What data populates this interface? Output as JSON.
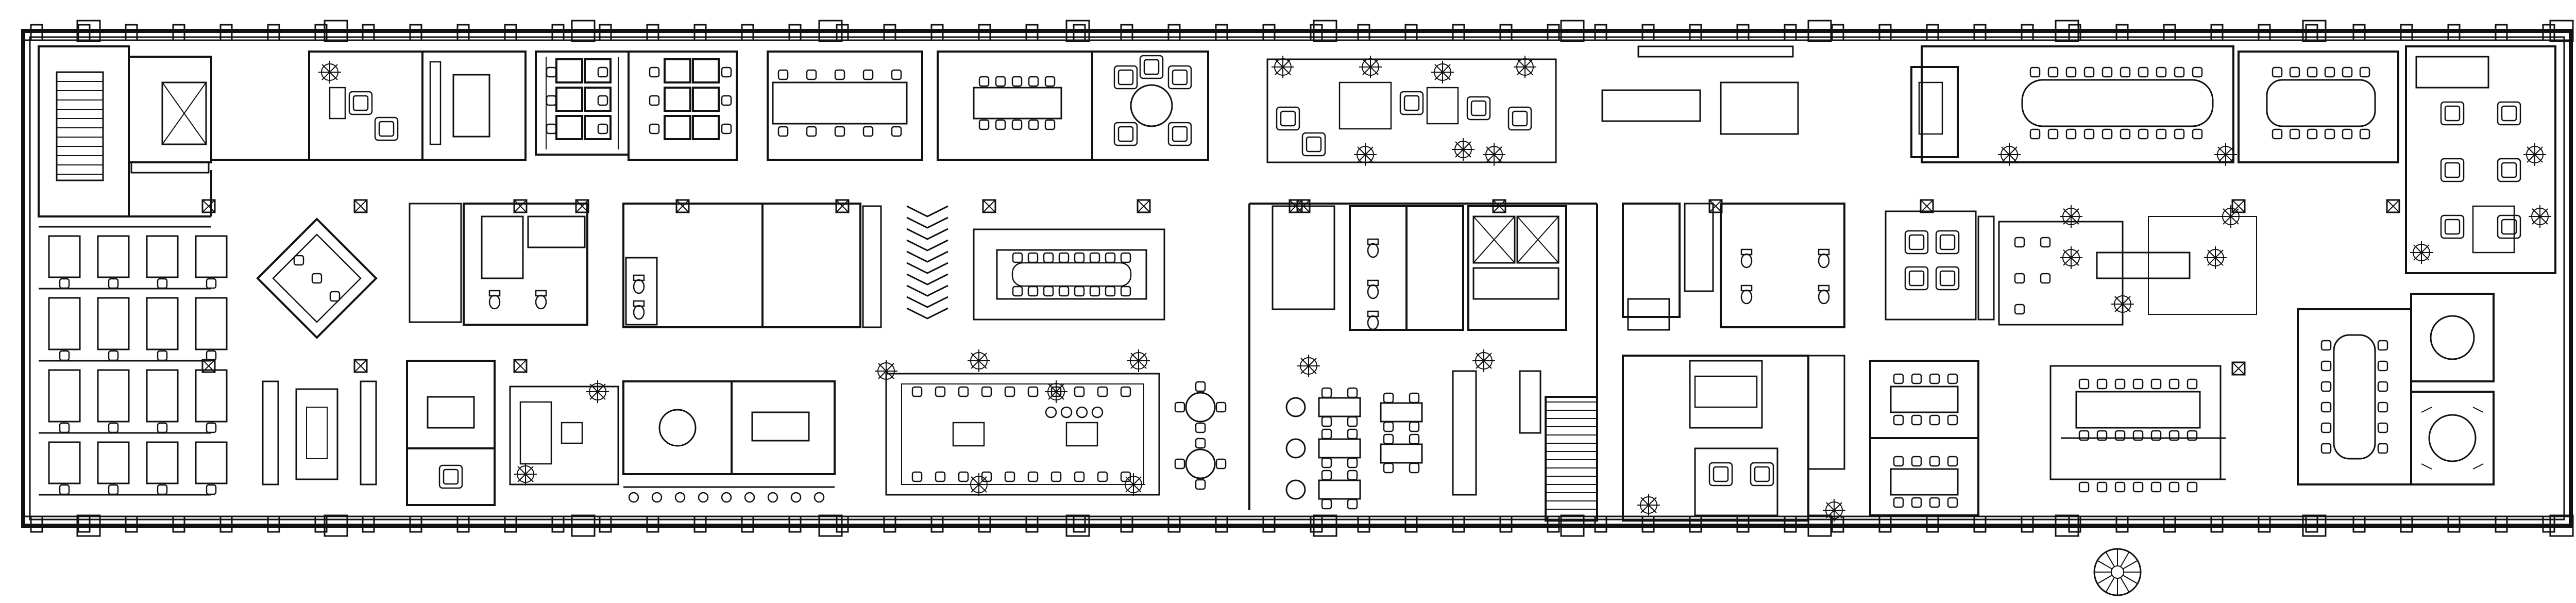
{
  "drawing": {
    "type": "architectural floor plan",
    "stroke_color": "#111111",
    "fill_color": "#ffffff",
    "label_text": []
  },
  "rooms": [
    {
      "id": "stair-west",
      "kind": "stair"
    },
    {
      "id": "elevator-west",
      "kind": "elevator"
    },
    {
      "id": "office-1",
      "kind": "lounge"
    },
    {
      "id": "office-2",
      "kind": "single-office"
    },
    {
      "id": "workstations-1",
      "kind": "open-desks"
    },
    {
      "id": "workstations-2",
      "kind": "open-desks"
    },
    {
      "id": "meeting-1",
      "kind": "meeting"
    },
    {
      "id": "conference-1",
      "kind": "conference"
    },
    {
      "id": "lounge-1",
      "kind": "lounge"
    },
    {
      "id": "open-lounge-north",
      "kind": "lounge"
    },
    {
      "id": "bar-counter",
      "kind": "counter"
    },
    {
      "id": "conference-2",
      "kind": "conference"
    },
    {
      "id": "conference-3",
      "kind": "conference"
    },
    {
      "id": "corner-lounge",
      "kind": "lounge"
    },
    {
      "id": "west-open-office",
      "kind": "open-desks"
    },
    {
      "id": "diamond-pod",
      "kind": "pod"
    },
    {
      "id": "core-west",
      "kind": "restrooms"
    },
    {
      "id": "phone-rooms",
      "kind": "small-rooms"
    },
    {
      "id": "large-table-room",
      "kind": "conference"
    },
    {
      "id": "central-core",
      "kind": "restrooms"
    },
    {
      "id": "stair-central",
      "kind": "stair"
    },
    {
      "id": "core-east",
      "kind": "restrooms"
    },
    {
      "id": "east-lounge",
      "kind": "lounge"
    },
    {
      "id": "east-conference",
      "kind": "conference"
    },
    {
      "id": "round-meeting",
      "kind": "meeting"
    },
    {
      "id": "spiral-stair",
      "kind": "stair"
    }
  ]
}
